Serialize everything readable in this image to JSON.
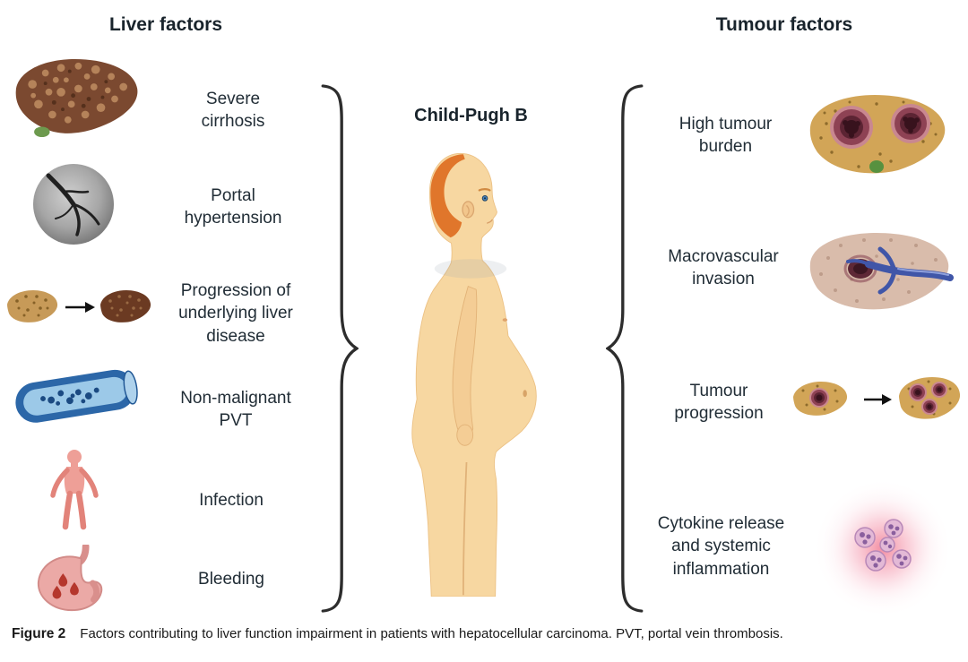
{
  "figure": {
    "left_heading": "Liver factors",
    "right_heading": "Tumour factors",
    "center_label": "Child-Pugh B",
    "caption_label": "Figure 2",
    "caption_text": "Factors contributing to liver function impairment in patients with hepatocellular carcinoma. PVT, portal vein thrombosis."
  },
  "liver_factors": {
    "items": [
      {
        "label": "Severe\ncirrhosis",
        "icon": "cirrhotic-liver-icon"
      },
      {
        "label": "Portal\nhypertension",
        "icon": "portal-angiogram-icon"
      },
      {
        "label": "Progression of\nunderlying liver\ndisease",
        "icon": "liver-progression-icon"
      },
      {
        "label": "Non-malignant\nPVT",
        "icon": "portal-vein-thrombosis-icon"
      },
      {
        "label": "Infection",
        "icon": "human-body-icon"
      },
      {
        "label": "Bleeding",
        "icon": "stomach-bleeding-icon"
      }
    ]
  },
  "tumour_factors": {
    "items": [
      {
        "label": "High tumour\nburden",
        "icon": "tumour-burden-liver-icon"
      },
      {
        "label": "Macrovascular\ninvasion",
        "icon": "macrovascular-liver-icon"
      },
      {
        "label": "Tumour\nprogression",
        "icon": "tumour-progression-icon"
      },
      {
        "label": "Cytokine release\nand systemic\ninflammation",
        "icon": "cytokine-cells-icon"
      }
    ]
  },
  "colors": {
    "text": "#1e2a33",
    "brace": "#2d2d2d",
    "skin": "#f7d7a1",
    "hair": "#e0762b",
    "liver_brown": "#7b4930",
    "liver_tan": "#d2a557",
    "vessel_blue": "#2c67a8",
    "tumour_maroon": "#5c2433",
    "pink": "#ee9f97"
  }
}
